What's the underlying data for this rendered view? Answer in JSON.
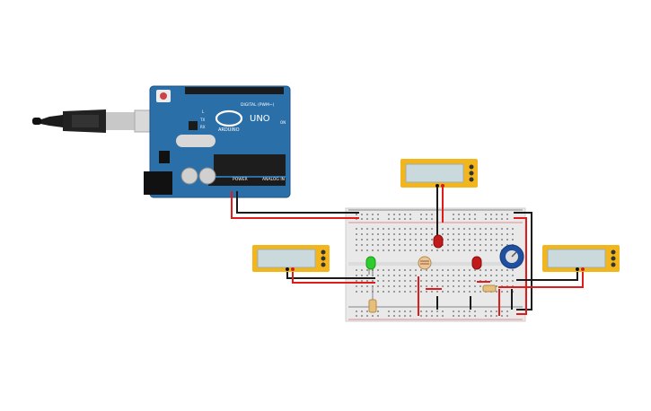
{
  "arduino": {
    "model_label": "UNO",
    "brand_label": "ARDUINO",
    "digital_header_label": "DIGITAL (PWM~)",
    "power_label": "POWER",
    "analog_label": "ANALOG IN",
    "led_labels": [
      "L",
      "TX",
      "RX"
    ],
    "on_label": "ON",
    "board_color": "#2a6fa8"
  },
  "colors": {
    "wire_red": "#e01b1b",
    "wire_black": "#1a1a1a",
    "breadboard": "#e9e9e9",
    "meter_frame": "#f2b51c",
    "meter_screen": "#c9d9dc",
    "led_green": "#2ecc2e",
    "led_red": "#c01a1a",
    "potentiometer": "#1f4fa0"
  },
  "components": {
    "multimeters": [
      {
        "name": "multimeter-top",
        "reading": ""
      },
      {
        "name": "multimeter-left",
        "reading": ""
      },
      {
        "name": "multimeter-right",
        "reading": ""
      }
    ],
    "leds": [
      "green",
      "red",
      "red"
    ],
    "photoresistor": "photoresistor",
    "potentiometer": "potentiometer",
    "resistors": 2
  }
}
